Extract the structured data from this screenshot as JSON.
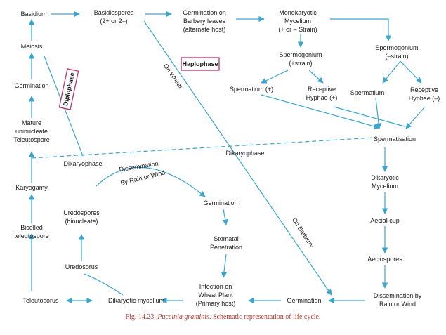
{
  "colors": {
    "arrow": "#3aa6d0",
    "phase_box": "#c0306a",
    "caption": "#c0392b",
    "text": "#1a1a1a"
  },
  "nodes": {
    "basidium": "Basidium",
    "basidiospores_1": "Basidiospores",
    "basidiospores_2": "(2+ or 2–)",
    "germination_barberry_1": "Germination on",
    "germination_barberry_2": "Barbery leaves",
    "germination_barberry_3": "(alternate host)",
    "monokaryotic_1": "Monokaryotic",
    "monokaryotic_2": "Mycelium",
    "monokaryotic_3": "(+ or – Strain)",
    "meiosis": "Meiosis",
    "spermogonium_plus_1": "Spermogonium",
    "spermogonium_plus_2": "(+strain)",
    "spermogonium_minus_1": "Spermogonium",
    "spermogonium_minus_2": "(–strain)",
    "germination_left": "Germination",
    "spermatium_plus": "Spermatium (+)",
    "receptive_plus_1": "Receptive",
    "receptive_plus_2": "Hyphae (+)",
    "spermatium": "Spermatium",
    "receptive_minus_1": "Receptive",
    "receptive_minus_2": "Hyphae (–)",
    "mature_1": "Mature",
    "mature_2": "uninucleate",
    "mature_3": "Teleutospore",
    "spermatisation": "Spermatisation",
    "karyogamy": "Karyogamy",
    "dikaryotic_myc_1": "Dikaryotic",
    "dikaryotic_myc_2": "Mycelium",
    "uredospores_1": "Uredospores",
    "uredospores_2": "(binucleate)",
    "germination_mid": "Germination",
    "aecial_cup": "Aecial cup",
    "bicelled_1": "Bicelled",
    "bicelled_2": "teleutospore",
    "stomatal_1": "Stomatal",
    "stomatal_2": "Penetration",
    "aeciospores": "Aeciospores",
    "uredosorus": "Uredosorus",
    "infection_1": "Infection on",
    "infection_2": "Wheat Plant",
    "infection_3": "(Primary host)",
    "dissemination_rain_1": "Dissemination by",
    "dissemination_rain_2": "Rain or Wind",
    "teleutosorus": "Teleutosorus",
    "dikaryotic_mycelium_bottom": "Dikaryotic mycelium",
    "germination_bottom": "Germination"
  },
  "path_labels": {
    "on_wheat": "On Wheat",
    "on_barberry": "On Barberry",
    "dikaryophase_left": "Dikaryophase",
    "dikaryophase_mid": "Dikaryophase",
    "dissemination": "Dissemination",
    "by_rain_or_wind": "By Rain or Wind"
  },
  "phases": {
    "haplophase": "Haplophase",
    "diplophase": "Diplophase"
  },
  "caption": {
    "fig": "Fig. 14.23.",
    "species": "Puccinia graminis",
    "text": ". Schematic representation of life cycle."
  }
}
